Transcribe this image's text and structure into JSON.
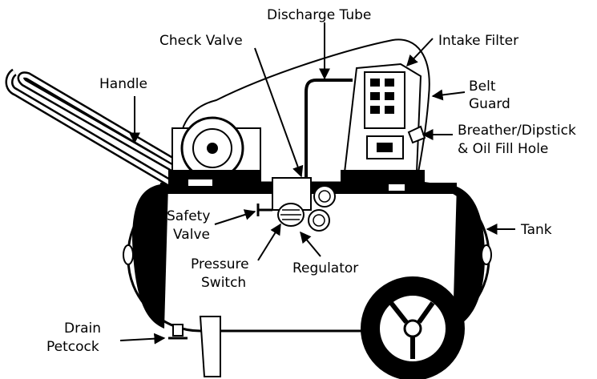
{
  "labels": {
    "discharge_tube": "Discharge Tube",
    "check_valve": "Check Valve",
    "intake_filter": "Intake Filter",
    "handle": "Handle",
    "belt_guard_1": "Belt",
    "belt_guard_2": "Guard",
    "breather_1": "Breather/Dipstick",
    "breather_2": "& Oil Fill Hole",
    "safety_valve_1": "Safety",
    "safety_valve_2": "Valve",
    "tank": "Tank",
    "pressure_switch_1": "Pressure",
    "pressure_switch_2": "Switch",
    "regulator": "Regulator",
    "drain_petcock_1": "Drain",
    "drain_petcock_2": "Petcock"
  },
  "colors": {
    "ink": "#000000",
    "paper": "#ffffff"
  }
}
